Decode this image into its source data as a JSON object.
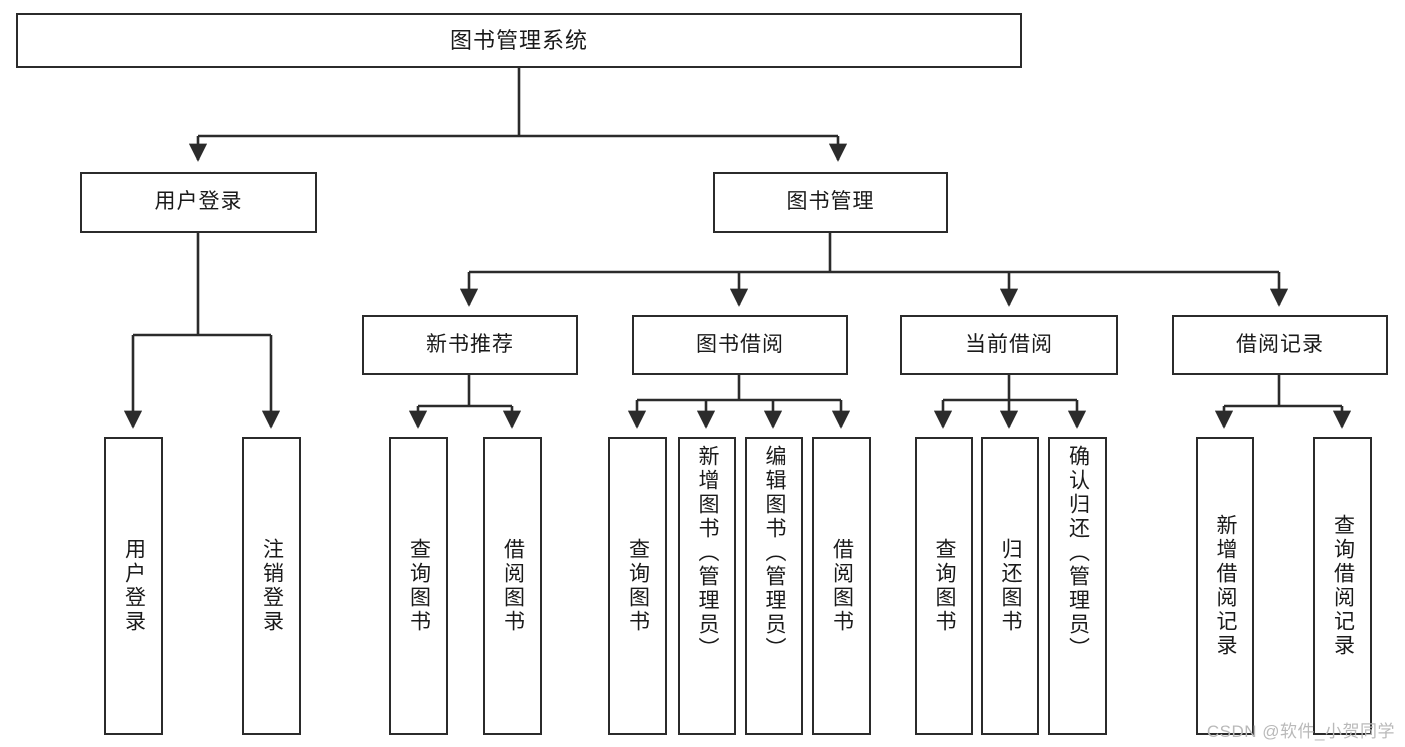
{
  "diagram": {
    "type": "tree-hierarchy",
    "title": "图书管理系统",
    "watermark": "CSDN @软件_小贺同学",
    "colors": {
      "stroke": "#2b2b2b",
      "fill": "#ffffff",
      "text": "#1a1a1a",
      "watermark": "#b9b9b9"
    },
    "nodes": {
      "root": {
        "label": "图书管理系统"
      },
      "level1": [
        {
          "id": "user-login",
          "label": "用户登录"
        },
        {
          "id": "book-management",
          "label": "图书管理"
        }
      ],
      "level2": [
        {
          "id": "new-book-recommend",
          "label": "新书推荐"
        },
        {
          "id": "book-borrow",
          "label": "图书借阅"
        },
        {
          "id": "current-borrow",
          "label": "当前借阅"
        },
        {
          "id": "borrow-record",
          "label": "借阅记录"
        }
      ],
      "leaves": {
        "user_login": [
          {
            "id": "leaf-user-login",
            "label": "用户登录"
          },
          {
            "id": "leaf-logout-login",
            "label": "注销登录"
          }
        ],
        "new_book_recommend": [
          {
            "id": "leaf-query-book-1",
            "label": "查询图书"
          },
          {
            "id": "leaf-borrow-book-1",
            "label": "借阅图书"
          }
        ],
        "book_borrow": [
          {
            "id": "leaf-query-book-2",
            "label": "查询图书"
          },
          {
            "id": "leaf-add-book",
            "label": "新增图书（管理员）"
          },
          {
            "id": "leaf-edit-book",
            "label": "编辑图书（管理员）"
          },
          {
            "id": "leaf-borrow-book-2",
            "label": "借阅图书"
          }
        ],
        "current_borrow": [
          {
            "id": "leaf-query-book-3",
            "label": "查询图书"
          },
          {
            "id": "leaf-return-book",
            "label": "归还图书"
          },
          {
            "id": "leaf-confirm-return",
            "label": "确认归还（管理员）"
          }
        ],
        "borrow_record": [
          {
            "id": "leaf-add-record",
            "label": "新增借阅记录"
          },
          {
            "id": "leaf-query-record",
            "label": "查询借阅记录"
          }
        ]
      }
    }
  }
}
